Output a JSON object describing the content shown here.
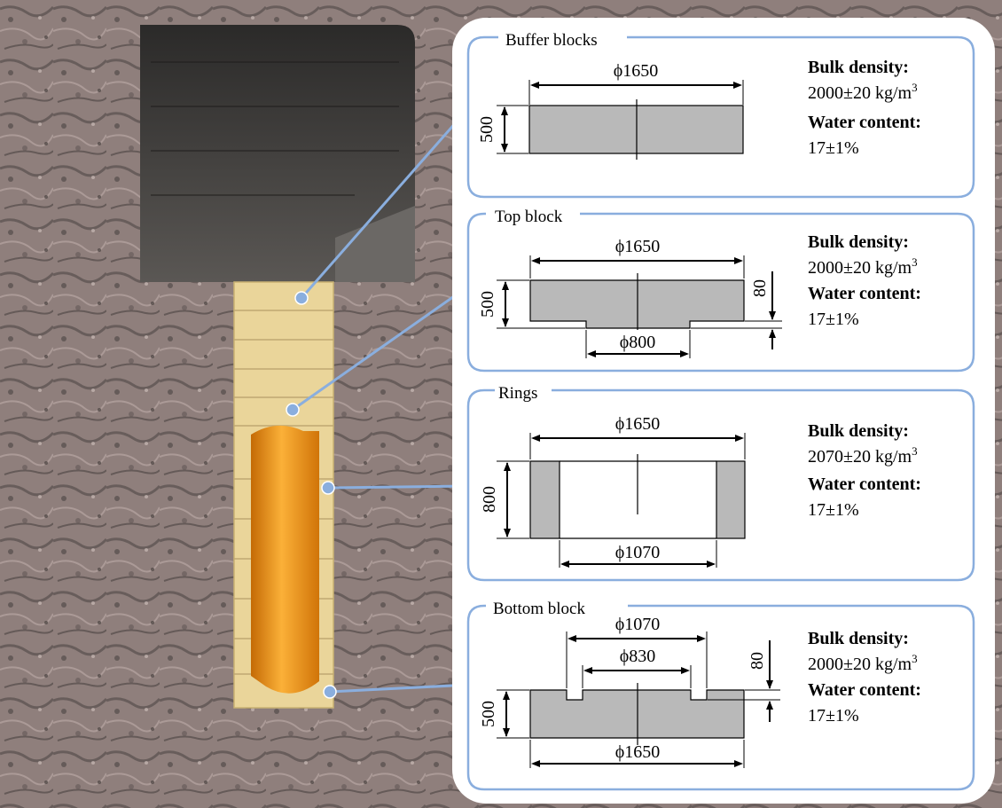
{
  "colors": {
    "frame": "#8aaede",
    "part_fill": "#b9b9b9",
    "buffer": "#ead59a",
    "canister": "#f59a14",
    "rock": "#8d7d7a",
    "tunnel": "#3f3d3b"
  },
  "panels": [
    {
      "id": "buffer",
      "title": "Buffer blocks",
      "dims": {
        "top": "ϕ1650",
        "height": "500"
      },
      "density_label": "Bulk density:",
      "density_value": "2000±20 kg/m",
      "unit_exp": "3",
      "water_label": "Water content:",
      "water_value": "17±1%"
    },
    {
      "id": "top",
      "title": "Top block",
      "dims": {
        "top": "ϕ1650",
        "height": "500",
        "bottom": "ϕ800",
        "step": "80"
      },
      "density_label": "Bulk density:",
      "density_value": "2000±20 kg/m",
      "unit_exp": "3",
      "water_label": "Water content:",
      "water_value": "17±1%"
    },
    {
      "id": "rings",
      "title": "Rings",
      "dims": {
        "top": "ϕ1650",
        "height": "800",
        "bottom": "ϕ1070"
      },
      "density_label": "Bulk density:",
      "density_value": "2070±20 kg/m",
      "unit_exp": "3",
      "water_label": "Water content:",
      "water_value": "17±1%"
    },
    {
      "id": "bottom",
      "title": "Bottom block",
      "dims": {
        "outer_top": "ϕ1070",
        "inner_top": "ϕ830",
        "height": "500",
        "bottom": "ϕ1650",
        "step": "80"
      },
      "density_label": "Bulk density:",
      "density_value": "2000±20 kg/m",
      "unit_exp": "3",
      "water_label": "Water content:",
      "water_value": "17±1%"
    }
  ]
}
